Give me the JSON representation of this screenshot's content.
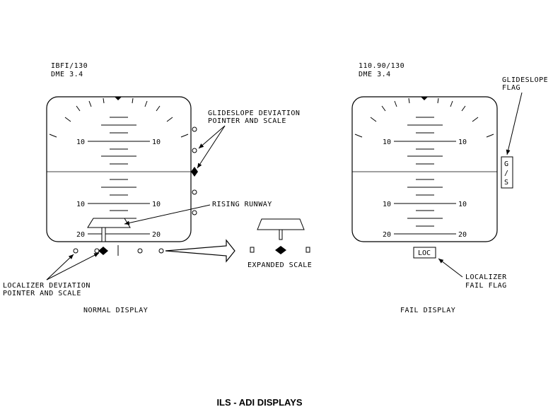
{
  "normal": {
    "freq": "IBFI/130",
    "dme": "DME 3.4",
    "caption": "NORMAL DISPLAY",
    "pitch_labels": [
      "10",
      "10",
      "10",
      "10",
      "20",
      "20"
    ]
  },
  "fail": {
    "freq": "110.90/130",
    "dme": "DME 3.4",
    "caption": "FAIL DISPLAY",
    "pitch_labels": [
      "10",
      "10",
      "10",
      "10",
      "20",
      "20"
    ],
    "gs_flag": [
      "G",
      "/",
      "S"
    ],
    "loc_flag": "LOC"
  },
  "callouts": {
    "gs_line1": "GLIDESLOPE DEVIATION",
    "gs_line2": "POINTER AND SCALE",
    "rising_runway": "RISING RUNWAY",
    "expanded_scale": "EXPANDED SCALE",
    "loc_line1": "LOCALIZER DEVIATION",
    "loc_line2": "POINTER AND SCALE",
    "gsflag_line1": "GLIDESLOPE",
    "gsflag_line2": "FLAG",
    "locfail_line1": "LOCALIZER",
    "locfail_line2": "FAIL FLAG"
  },
  "figure_title": "ILS - ADI DISPLAYS"
}
